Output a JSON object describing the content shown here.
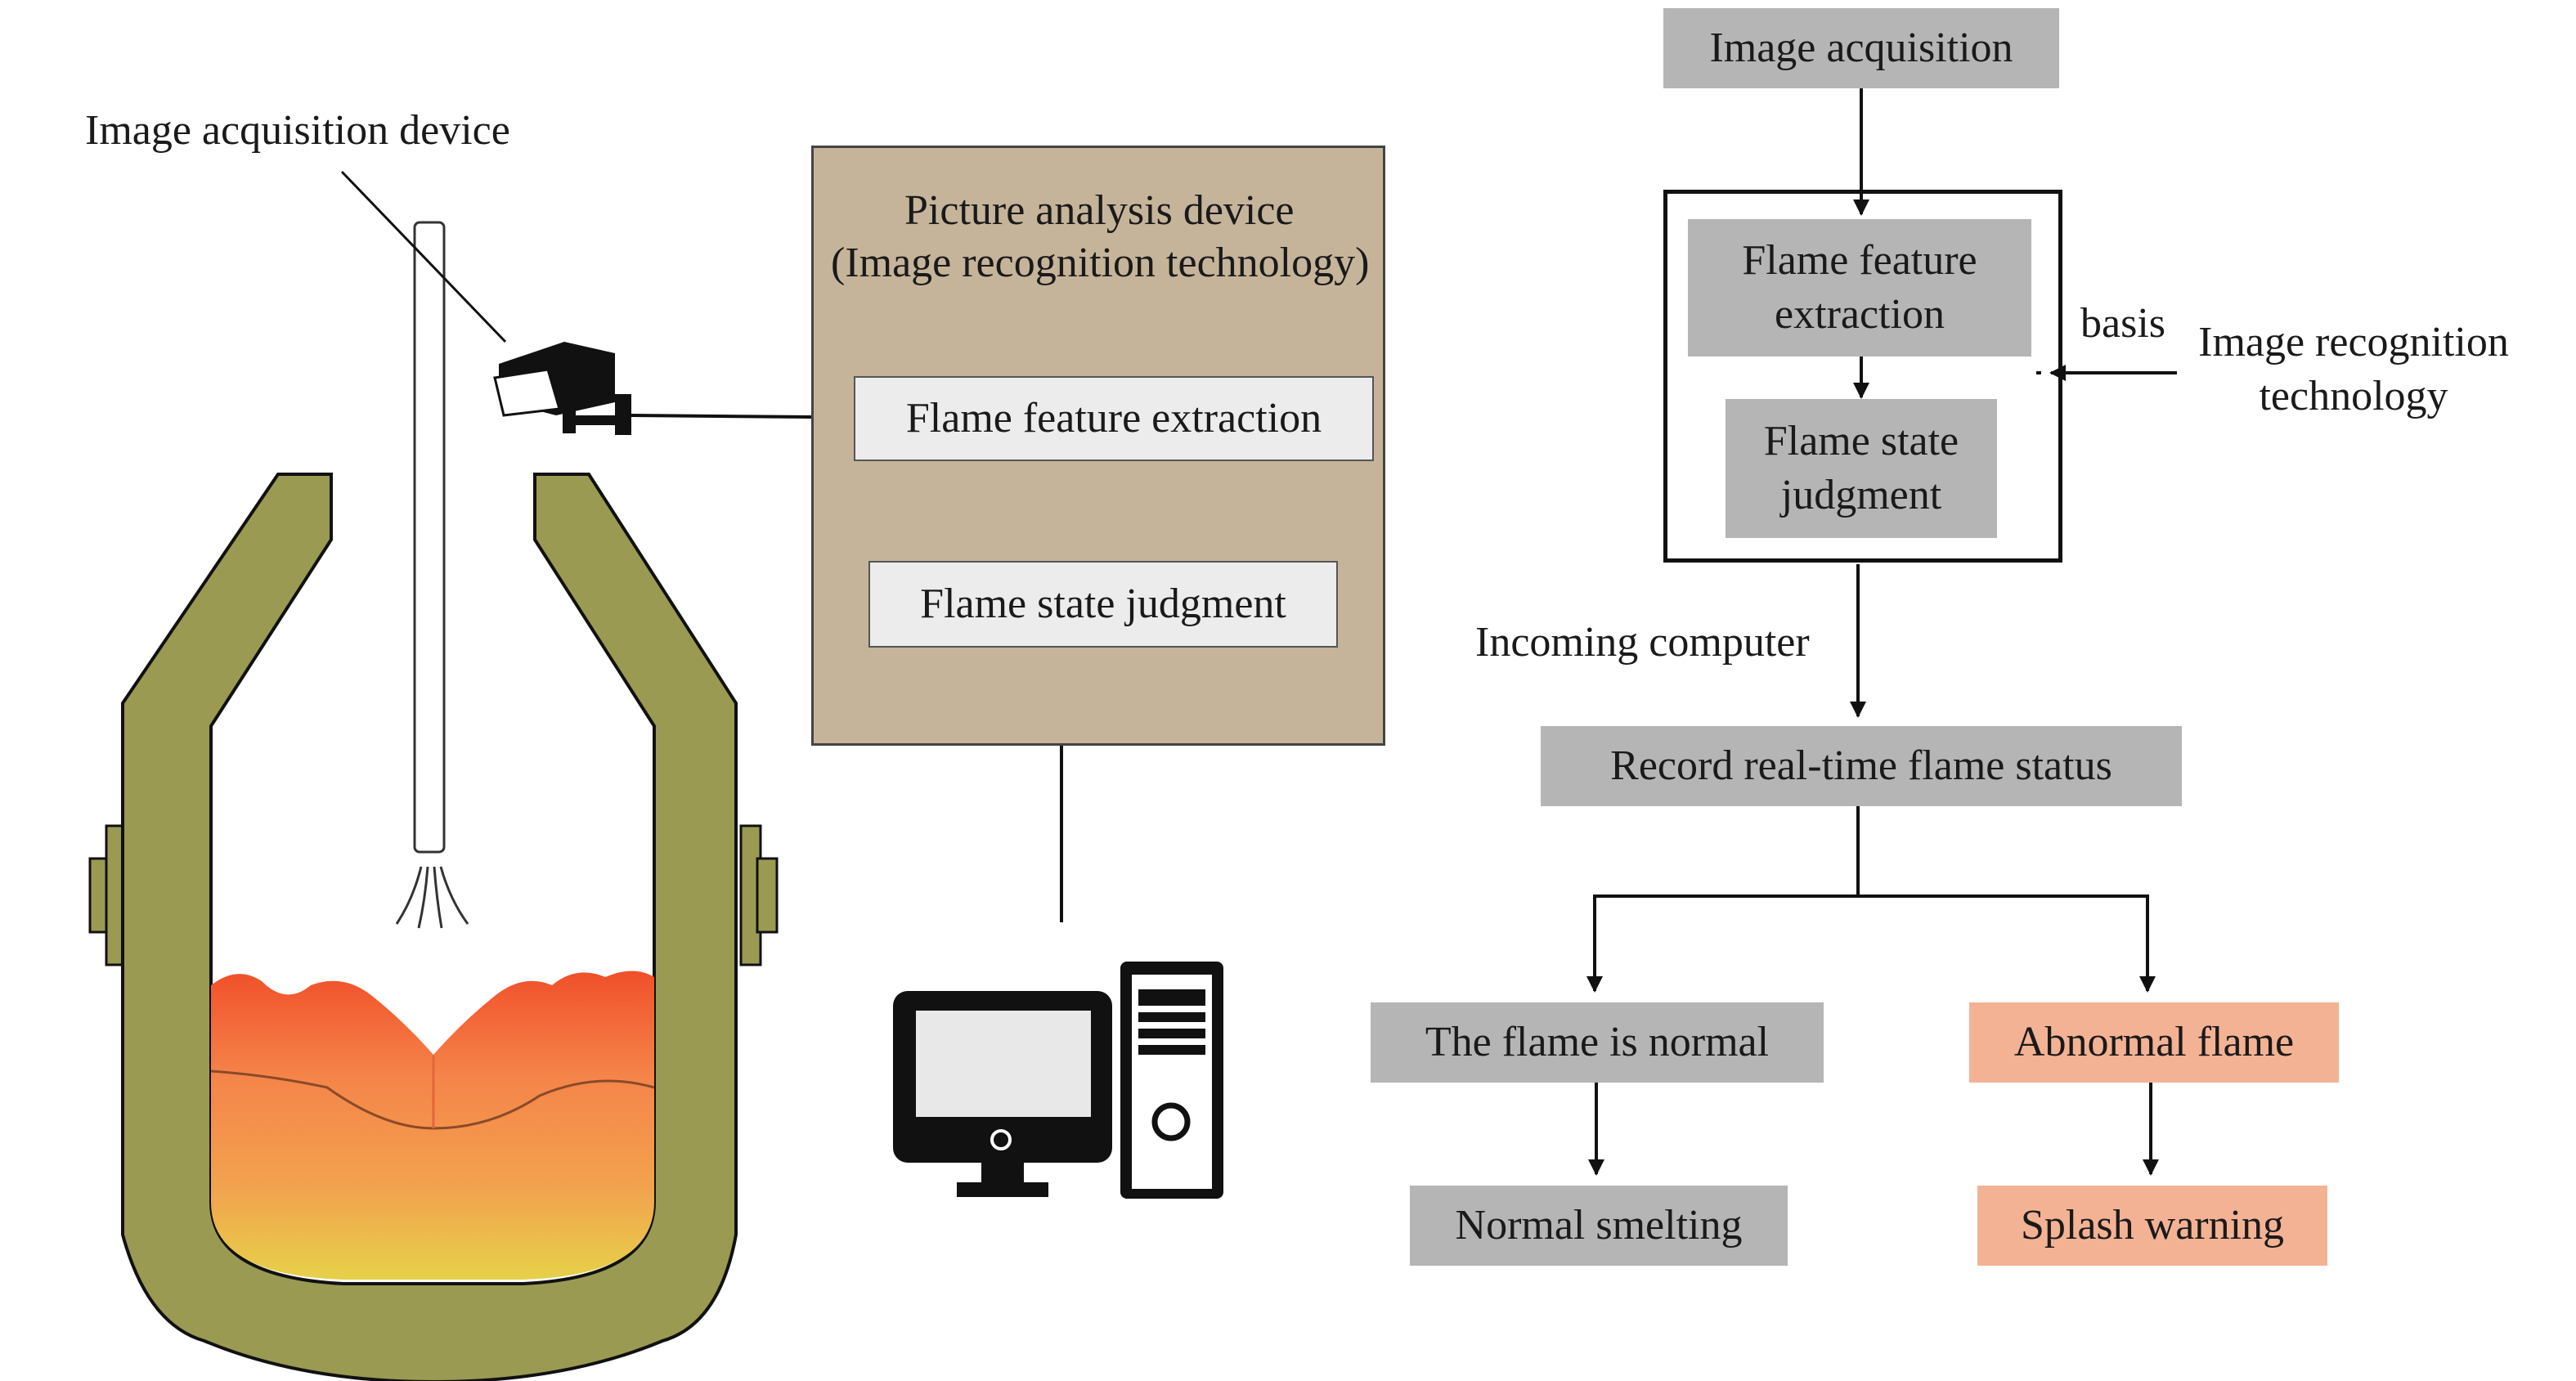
{
  "left": {
    "camera_label": "Image acquisition device",
    "analysis_title_1": "Picture analysis device",
    "analysis_title_2": "(Image recognition technology)",
    "analysis_step_1": "Flame feature extraction",
    "analysis_step_2": "Flame state judgment"
  },
  "flow": {
    "acquisition": "Image acquisition",
    "feature_extraction": "Flame feature extraction",
    "state_judgment": "Flame state judgment",
    "basis": "basis",
    "recognition_tech": "Image recognition technology",
    "incoming": "Incoming computer",
    "record": "Record real-time flame status",
    "normal": "The flame is normal",
    "abnormal": "Abnormal flame",
    "normal_result": "Normal smelting",
    "abnormal_result": "Splash warning"
  },
  "colors": {
    "ladle": "#9a9a52",
    "gray_box": "#b5b5b5",
    "salmon_box": "#f4b294",
    "tan_panel": "#c6b49a"
  }
}
